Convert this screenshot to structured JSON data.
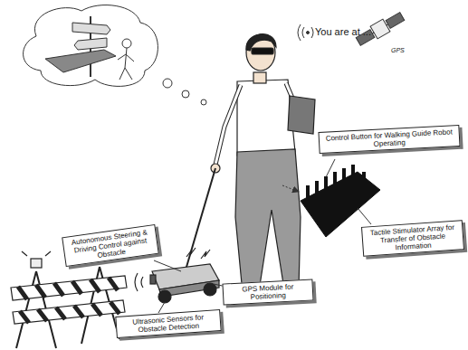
{
  "diagram": {
    "nodes": [
      {
        "text": [
          "Control Button for Walking Guide Robot Operating"
        ]
      },
      {
        "text": [
          "Tactile Stimulator Array for Transfer of Obstacle Information"
        ]
      },
      {
        "text": [
          "Autonomous Steering & Driving Control against Obstacle"
        ]
      },
      {
        "text": [
          "GPS Module for Positioning"
        ]
      },
      {
        "text": [
          "Ultrasonic Sensors for Obstacle Detection"
        ]
      }
    ],
    "labels": [
      "You are at ...",
      "GPS"
    ]
  }
}
